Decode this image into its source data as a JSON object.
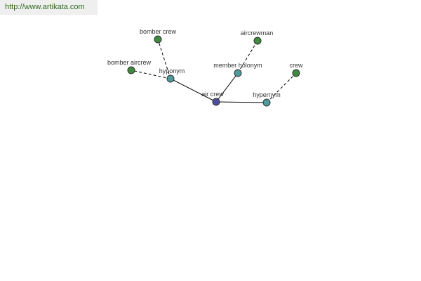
{
  "site": {
    "url": "http://www.artikata.com"
  },
  "colors": {
    "center": "#4a4f9a",
    "relation": "#4f9a9a",
    "leaf": "#3f8a3f",
    "url_text": "#2f6a1f"
  },
  "graph": {
    "nodes": [
      {
        "id": "air-crew",
        "label": "air crew",
        "kind": "center"
      },
      {
        "id": "hyponym",
        "label": "hyponym",
        "kind": "relation"
      },
      {
        "id": "member-holonym",
        "label": "member holonym",
        "kind": "relation"
      },
      {
        "id": "hypernym",
        "label": "hypernym",
        "kind": "relation"
      },
      {
        "id": "bomber-crew",
        "label": "bomber crew",
        "kind": "leaf"
      },
      {
        "id": "bomber-aircrew",
        "label": "bomber aircrew",
        "kind": "leaf"
      },
      {
        "id": "aircrewman",
        "label": "aircrewman",
        "kind": "leaf"
      },
      {
        "id": "crew",
        "label": "crew",
        "kind": "leaf"
      }
    ],
    "edges": [
      {
        "from": "air-crew",
        "to": "hyponym",
        "style": "solid"
      },
      {
        "from": "air-crew",
        "to": "member-holonym",
        "style": "solid"
      },
      {
        "from": "air-crew",
        "to": "hypernym",
        "style": "solid"
      },
      {
        "from": "hyponym",
        "to": "bomber-crew",
        "style": "dashed"
      },
      {
        "from": "hyponym",
        "to": "bomber-aircrew",
        "style": "dashed"
      },
      {
        "from": "member-holonym",
        "to": "aircrewman",
        "style": "dashed"
      },
      {
        "from": "hypernym",
        "to": "crew",
        "style": "dashed"
      }
    ]
  }
}
